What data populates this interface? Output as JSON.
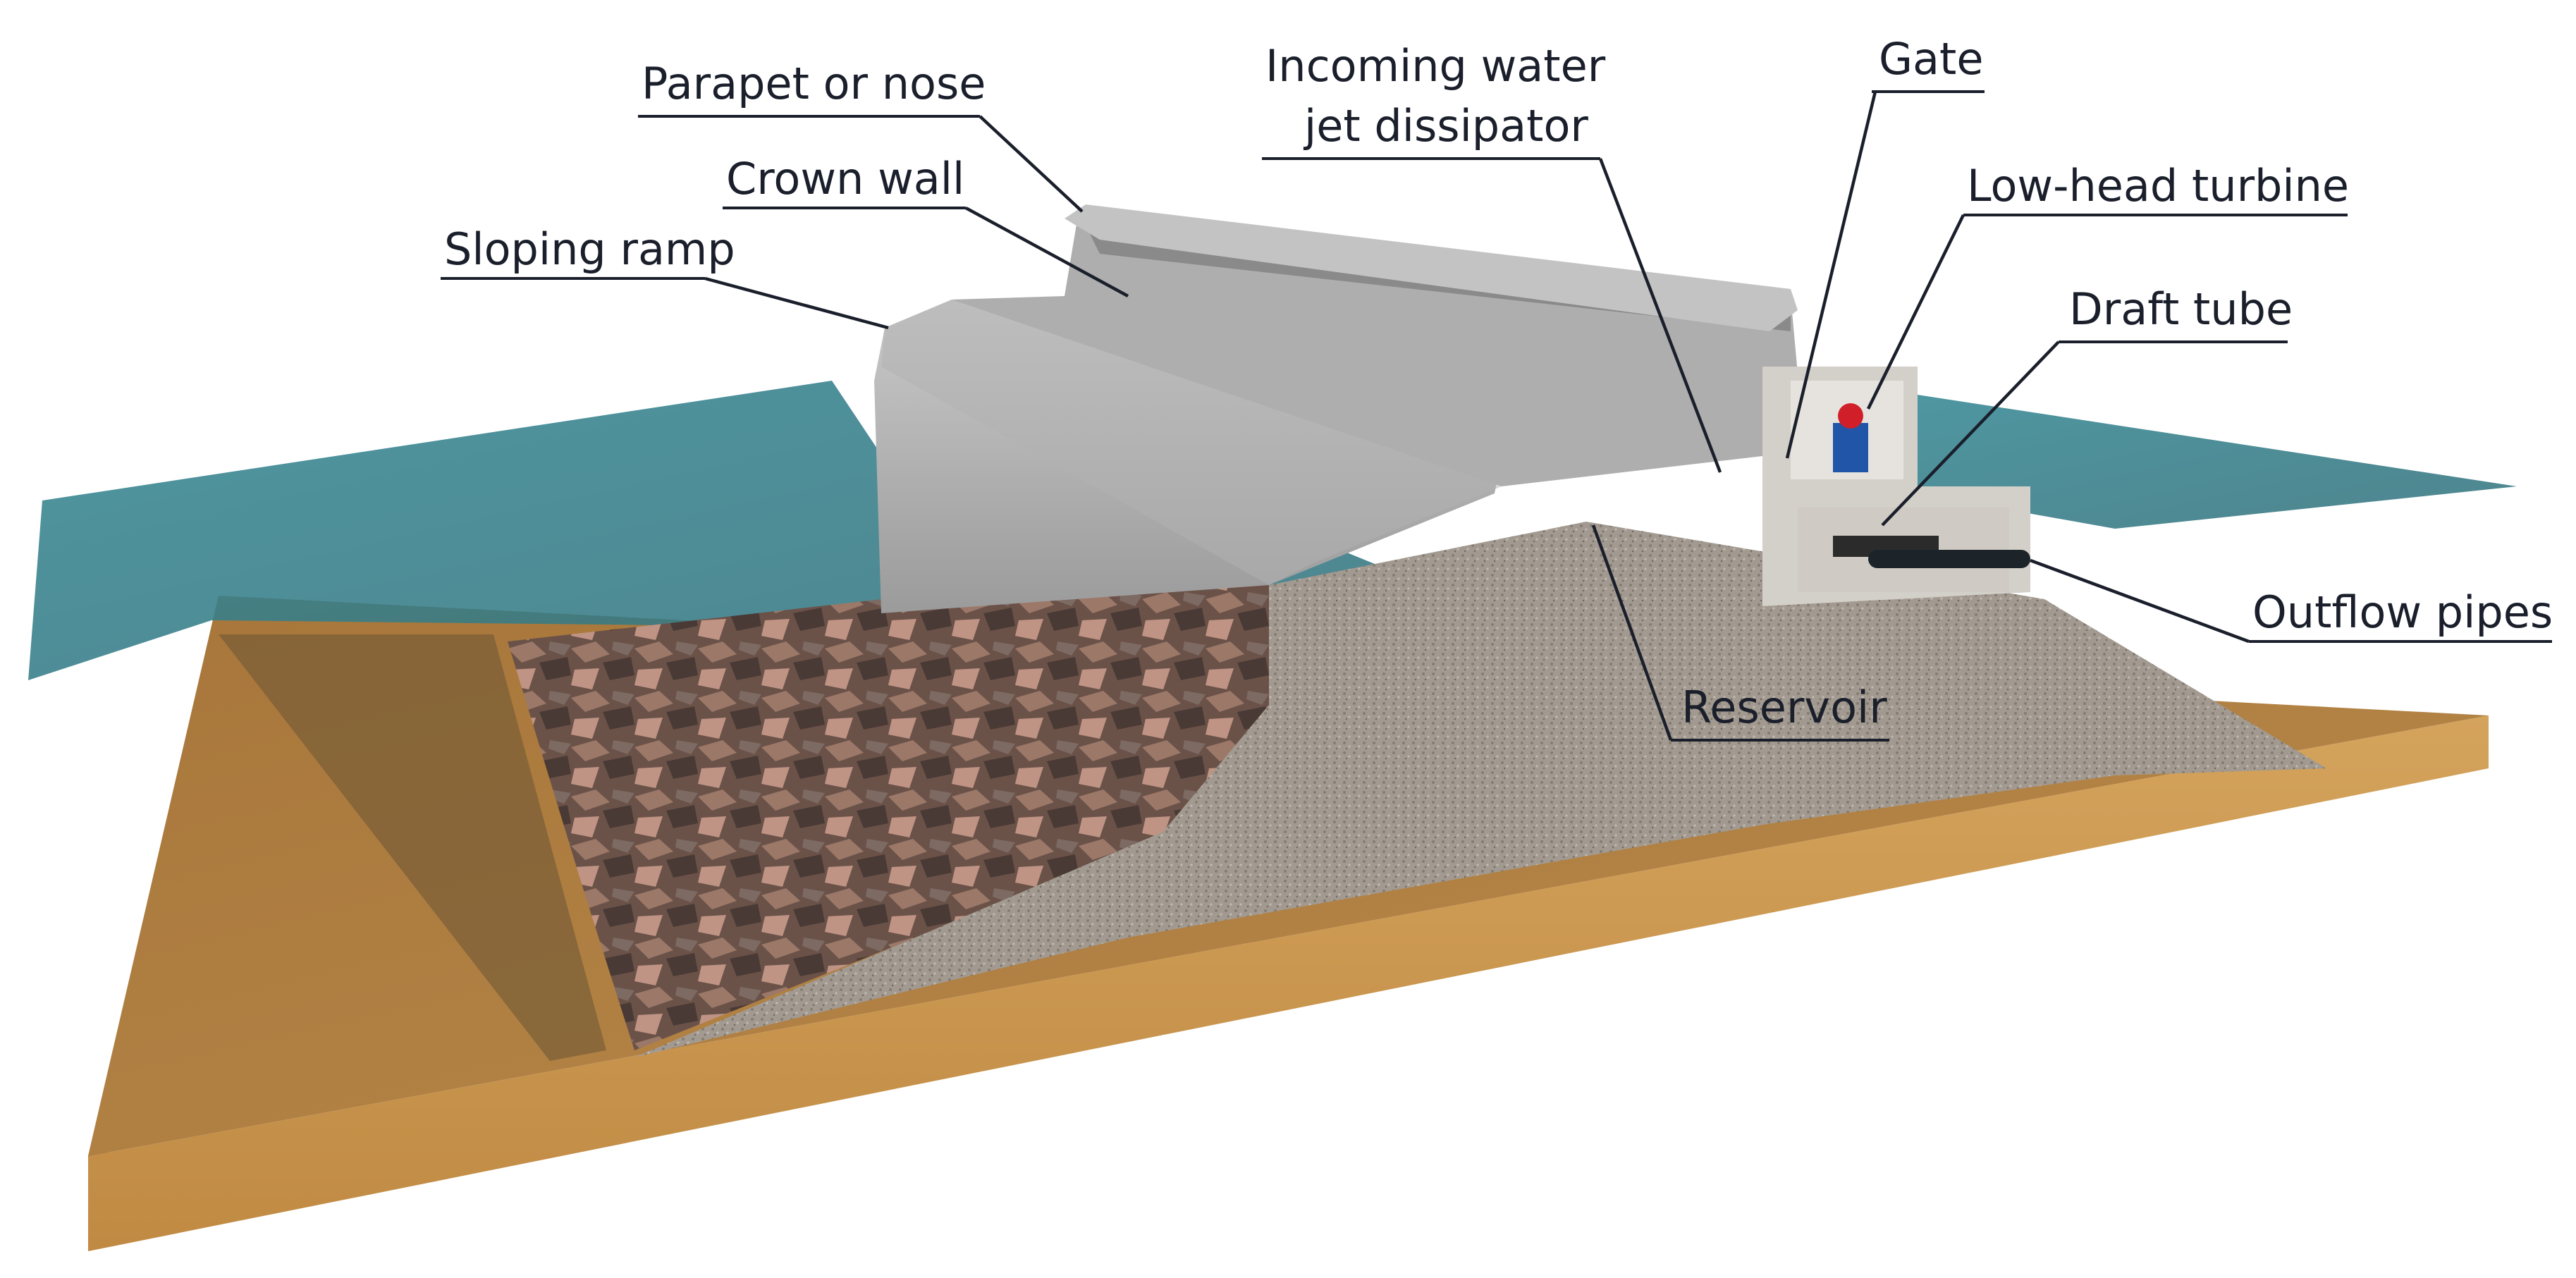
{
  "labels": {
    "parapet": "Parapet or nose",
    "crown_wall": "Crown wall",
    "sloping_ramp": "Sloping ramp",
    "dissipator_line1": "Incoming water",
    "dissipator_line2": "jet dissipator",
    "gate": "Gate",
    "turbine": "Low-head turbine",
    "draft_tube": "Draft tube",
    "outflow": "Outflow pipes",
    "reservoir": "Reservoir"
  }
}
